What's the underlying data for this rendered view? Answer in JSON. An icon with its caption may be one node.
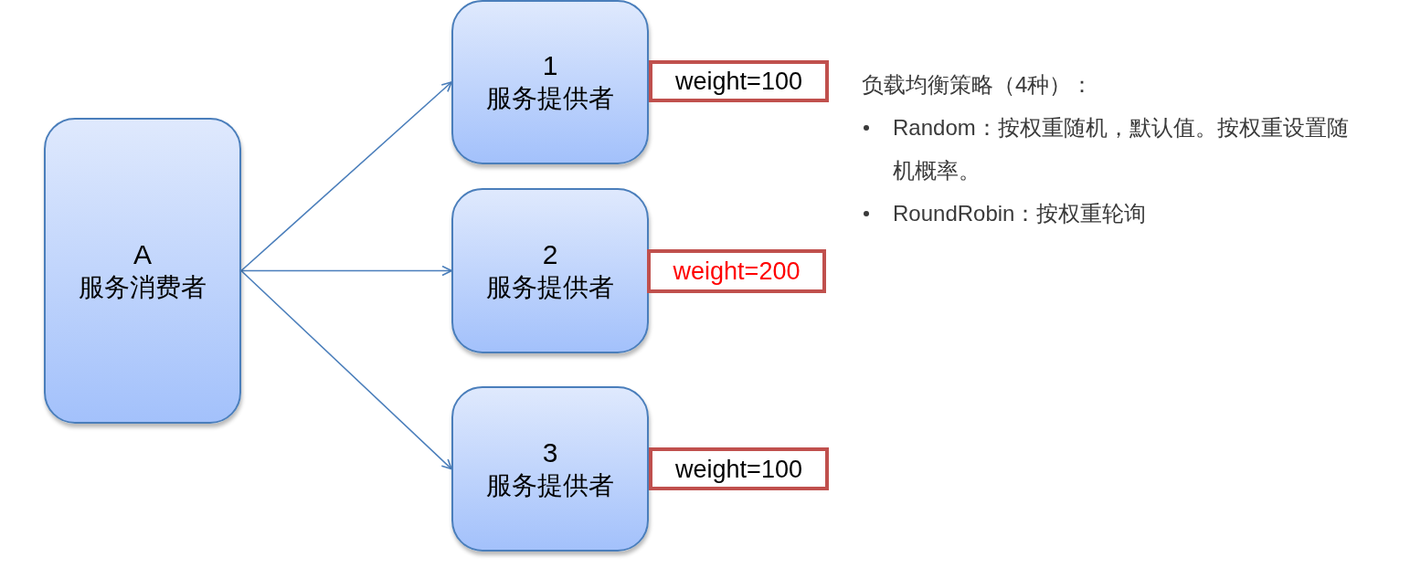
{
  "diagram": {
    "nodes": [
      {
        "text": [
          "A",
          "服务消费者"
        ]
      },
      {
        "text": [
          "1",
          "服务提供者"
        ]
      },
      {
        "text": [
          "weight=100"
        ]
      },
      {
        "text": [
          "2",
          "服务提供者"
        ]
      },
      {
        "text": [
          "weight=200"
        ]
      },
      {
        "text": [
          "3",
          "服务提供者"
        ]
      },
      {
        "text": [
          "weight=100"
        ]
      }
    ],
    "edges": [
      {
        "from": 0,
        "to": 1,
        "arrow": "to"
      },
      {
        "from": 0,
        "to": 3,
        "arrow": "to"
      },
      {
        "from": 0,
        "to": 5,
        "arrow": "to"
      }
    ],
    "labels": [
      "负载均衡策略（4种）：",
      "Random：按权重随机，默认值。按权重设置随机概率。",
      "RoundRobin：按权重轮询"
    ]
  }
}
